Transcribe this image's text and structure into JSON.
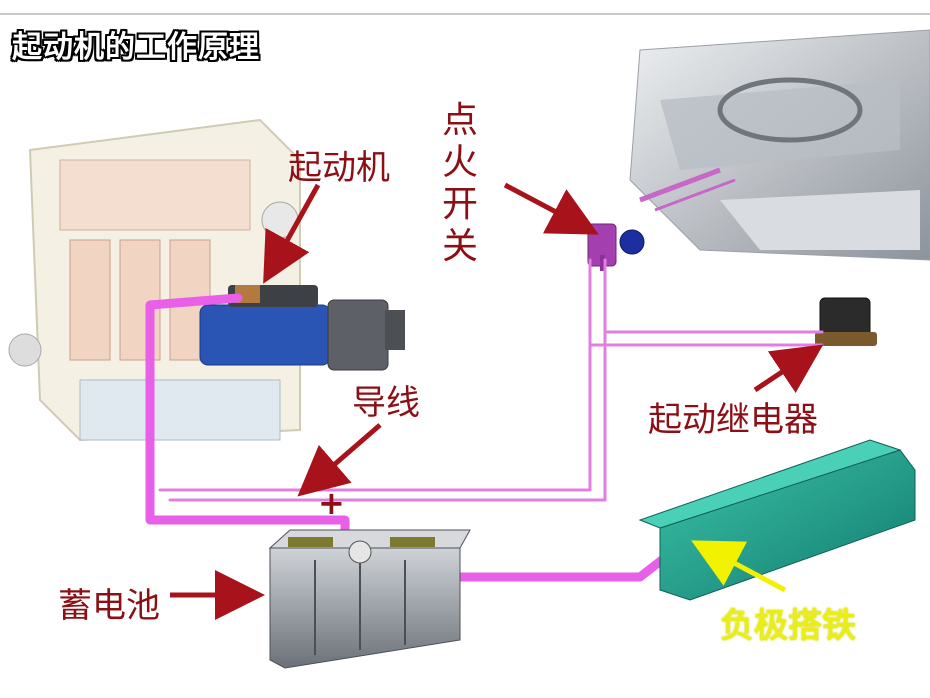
{
  "title": "起动机的工作原理",
  "labels": {
    "starter": "起动机",
    "ignition": "点火开关",
    "ignition_chars": [
      "点",
      "火",
      "开",
      "关"
    ],
    "wire": "导线",
    "relay": "起动继电器",
    "battery": "蓄电池",
    "ground": "负极搭铁",
    "plus": "+"
  },
  "colors": {
    "label": "#8b0f14",
    "wire": "#e85fe8",
    "ground_label": "#e9ee1a",
    "arrow_red": "#a8121a",
    "arrow_yellow": "#f2f200",
    "starter_body": "#2a55b5",
    "ground_rail": "#1e9a8a"
  }
}
